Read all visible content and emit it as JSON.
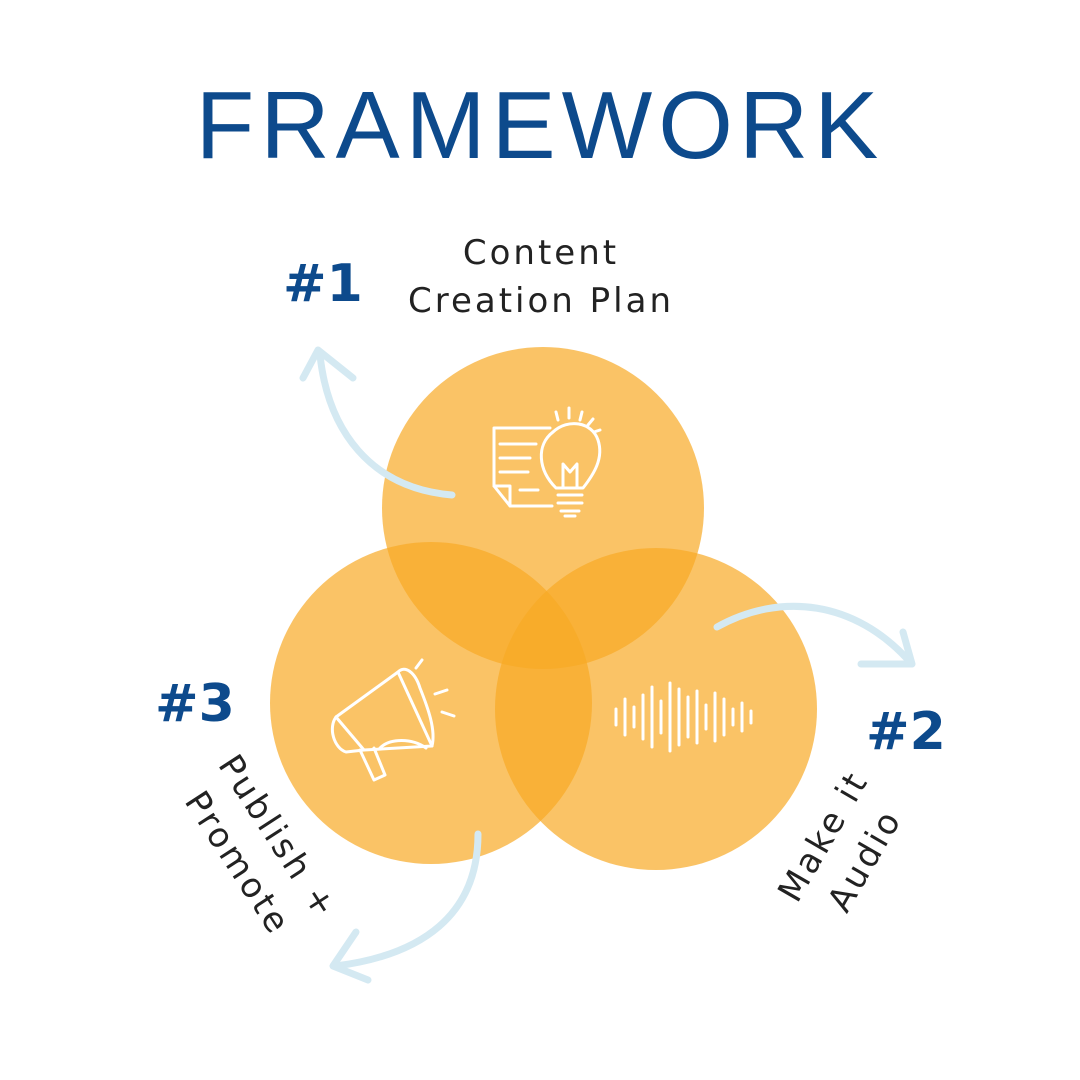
{
  "title": "FRAMEWORK",
  "colors": {
    "title": "#0d4a8c",
    "number": "#0d4a8c",
    "circle": "#f8a925",
    "arrow": "#d4e9f2",
    "icon": "#ffffff",
    "text": "#222222"
  },
  "steps": [
    {
      "number": "#1",
      "label_lines": [
        "Content",
        "Creation Plan"
      ],
      "icon": "idea-document-icon"
    },
    {
      "number": "#2",
      "label_lines": [
        "Make it",
        "Audio"
      ],
      "icon": "sound-wave-icon"
    },
    {
      "number": "#3",
      "label_lines": [
        "Publish +",
        "Promote"
      ],
      "icon": "megaphone-icon"
    }
  ]
}
